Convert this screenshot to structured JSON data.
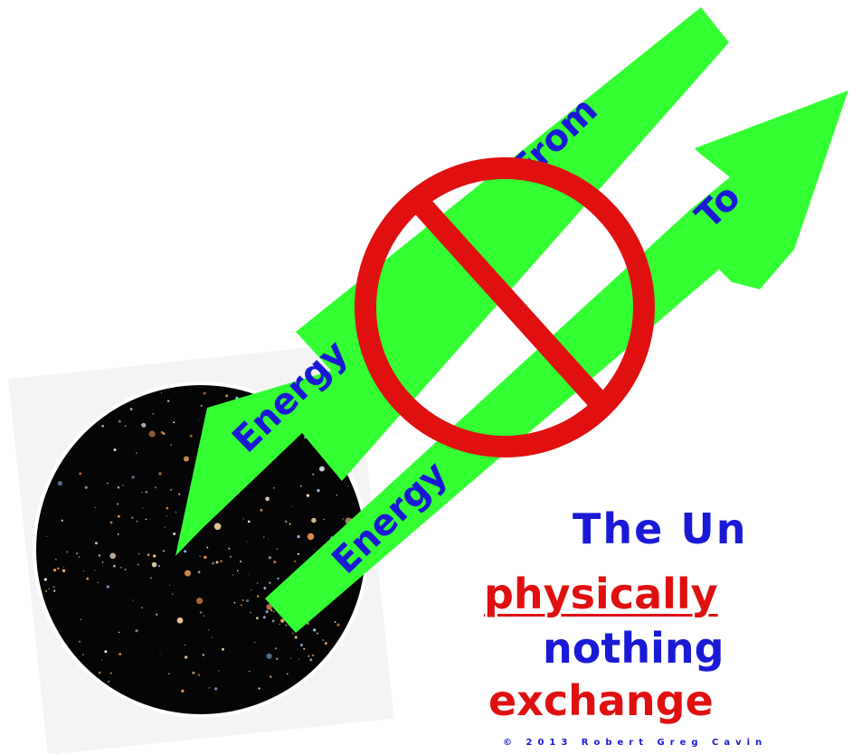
{
  "diagram": {
    "arrow_from": {
      "word_energy": "Energy",
      "word_direction": "From"
    },
    "arrow_to": {
      "word_energy": "Energy",
      "word_direction": "To"
    },
    "prohibition_symbol": "no-entry",
    "universe_image": "deep-field-galaxies"
  },
  "caption": {
    "line1": "The Un",
    "line2": "physically",
    "line3": "nothing",
    "line4": "exchange"
  },
  "copyright": "© 2013 Robert Greg Cavin",
  "colors": {
    "arrow": "#33ff33",
    "prohibition": "#e01010",
    "text_blue": "#1a1ad6",
    "text_red": "#e01010",
    "space": "#050505"
  }
}
